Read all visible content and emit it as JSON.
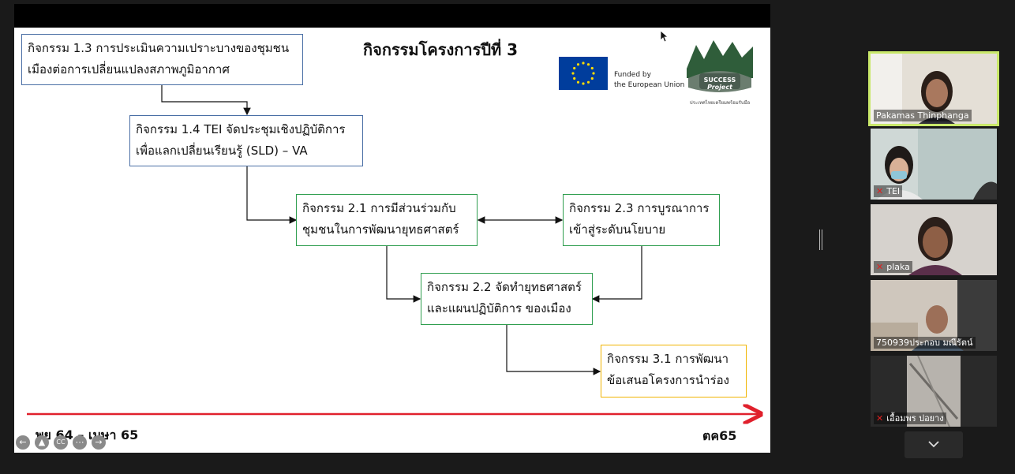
{
  "slide": {
    "title": "กิจกรรมโครงการปีที่ 3",
    "boxes": {
      "b13_l1": "กิจกรรม 1.3 การประเมินความเปราะบางของชุมชน",
      "b13_l2": "เมืองต่อการเปลี่ยนแปลงสภาพภูมิอากาศ",
      "b14_l1": "กิจกรรม 1.4 TEI จัดประชุมเชิงปฏิบัติการ",
      "b14_l2": "เพื่อแลกเปลี่ยนเรียนรู้ (SLD) – VA",
      "b21_l1": "กิจกรรม 2.1 การมีส่วนร่วมกับ",
      "b21_l2": "ชุมชนในการพัฒนายุทธศาสตร์",
      "b23_l1": "กิจกรรม 2.3 การบูรณาการ",
      "b23_l2": "เข้าสู่ระดับนโยบาย",
      "b22_l1": "กิจกรรม 2.2 จัดทำยุทธศาสตร์",
      "b22_l2": "และแผนปฏิบัติการ ของเมือง",
      "b31_l1": "กิจกรรม 3.1 การพัฒนา",
      "b31_l2": "ข้อเสนอโครงการนำร่อง"
    },
    "eu": {
      "line1": "Funded by",
      "line2": "the European Union"
    },
    "logo": {
      "name": "SUCCESS",
      "sub": "Project",
      "caption": "ประเทศไทยเตรียมพร้อมรับมือ"
    },
    "timeline": {
      "start": "พย 64 – เมษา 65",
      "end": "ตค65"
    },
    "colors": {
      "blue_border": "#4a6fa5",
      "green_border": "#2f9e4f",
      "yellow_border": "#f0b400",
      "timeline_red": "#e0202c"
    }
  },
  "controls": [
    "back-arrow-icon",
    "annotate-icon",
    "cc-icon",
    "more-icon",
    "forward-arrow-icon"
  ],
  "control_glyphs": {
    "back": "←",
    "annotate": "▲",
    "cc": "CC",
    "more": "⋯",
    "forward": "→"
  },
  "participants": [
    {
      "name": "Pakamas Thinphanga",
      "muted": false,
      "active": true
    },
    {
      "name": "TEI",
      "muted": true,
      "active": false
    },
    {
      "name": "plaka",
      "muted": true,
      "active": false
    },
    {
      "name": "750939ประกอบ  มณีรัตน์",
      "muted": false,
      "active": false
    },
    {
      "name": "เอื้อมพร ปอยาง",
      "muted": true,
      "active": false
    }
  ],
  "sidebar": {
    "scroll_down_icon": "chevron-down-icon"
  }
}
